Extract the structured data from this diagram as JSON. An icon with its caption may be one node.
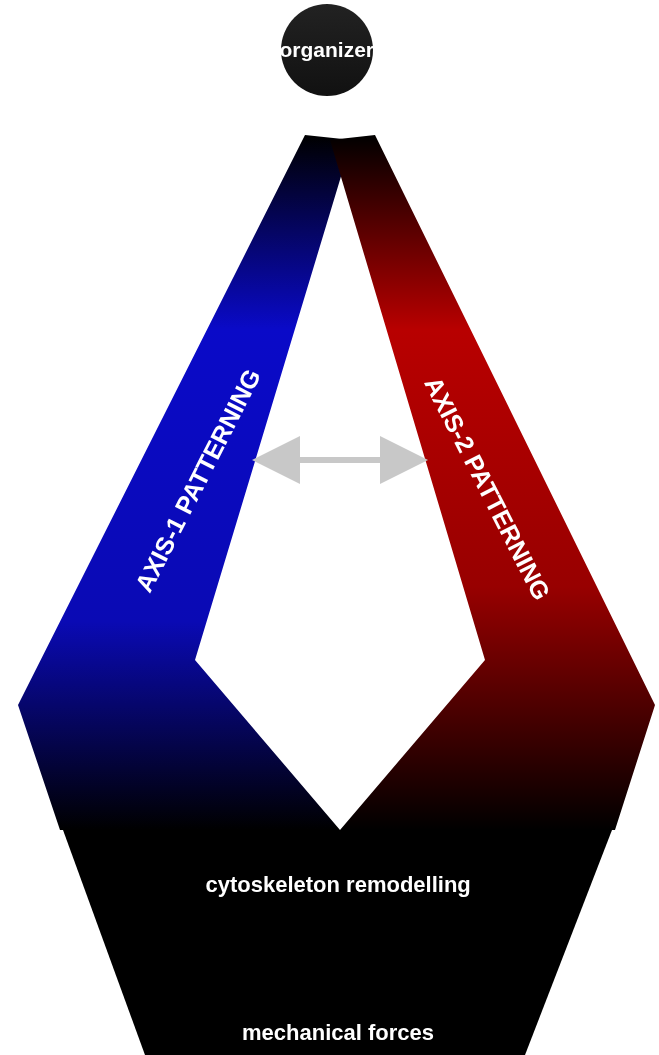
{
  "diagram": {
    "nodes": [
      {
        "text": [
          "organizer"
        ]
      },
      {
        "text": [
          "AXIS-1 PATTERNING"
        ]
      },
      {
        "text": [
          "AXIS-2 PATTERNING"
        ]
      },
      {
        "text": [
          "cytoskeleton remodelling",
          "mechanical forces"
        ]
      }
    ],
    "edges": [
      {
        "from": 1,
        "to": 2,
        "arrow": "both",
        "color": "#c8c8c8"
      }
    ]
  }
}
